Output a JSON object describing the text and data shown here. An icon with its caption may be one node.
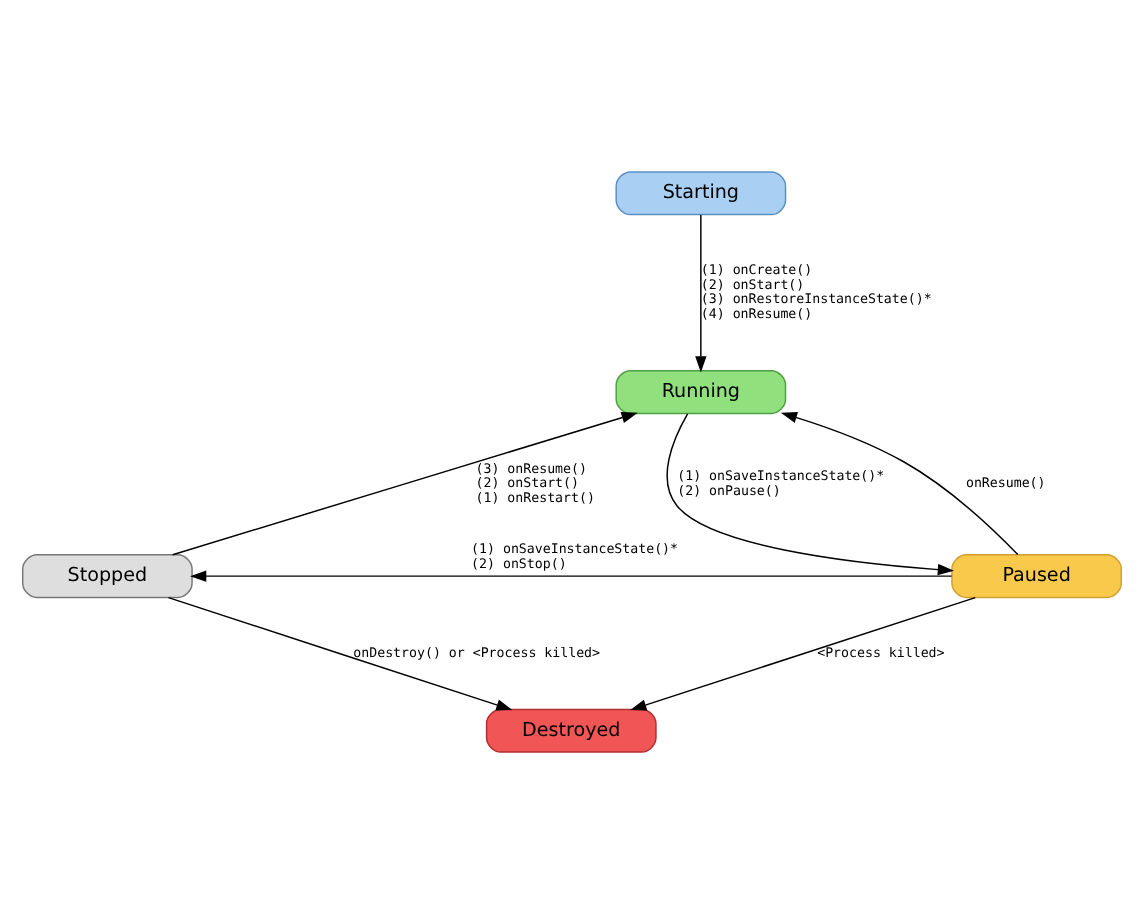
{
  "diagram": {
    "nodes": [
      {
        "text": [
          "Starting"
        ]
      },
      {
        "text": [
          "Running"
        ]
      },
      {
        "text": [
          "Stopped"
        ]
      },
      {
        "text": [
          "Paused"
        ]
      },
      {
        "text": [
          "Destroyed"
        ]
      }
    ],
    "edges": [
      {
        "from": 0,
        "to": 1,
        "arrow": "to",
        "label": "(1) onCreate() (2) onStart() (3) onRestoreInstanceState()* (4) onResume()"
      },
      {
        "from": 2,
        "to": 1,
        "arrow": "to",
        "label": "(3) onResume() (2) onStart() (1) onRestart()"
      },
      {
        "from": 1,
        "to": 3,
        "arrow": "to",
        "label": "(1) onSaveInstanceState()* (2) onPause()"
      },
      {
        "from": 3,
        "to": 1,
        "arrow": "to",
        "label": "onResume()"
      },
      {
        "from": 3,
        "to": 2,
        "arrow": "to",
        "label": "(1) onSaveInstanceState()* (2) onStop()"
      },
      {
        "from": 2,
        "to": 4,
        "arrow": "to",
        "label": "onDestroy() or <Process killed>"
      },
      {
        "from": 3,
        "to": 4,
        "arrow": "to",
        "label": "<Process killed>"
      }
    ]
  }
}
